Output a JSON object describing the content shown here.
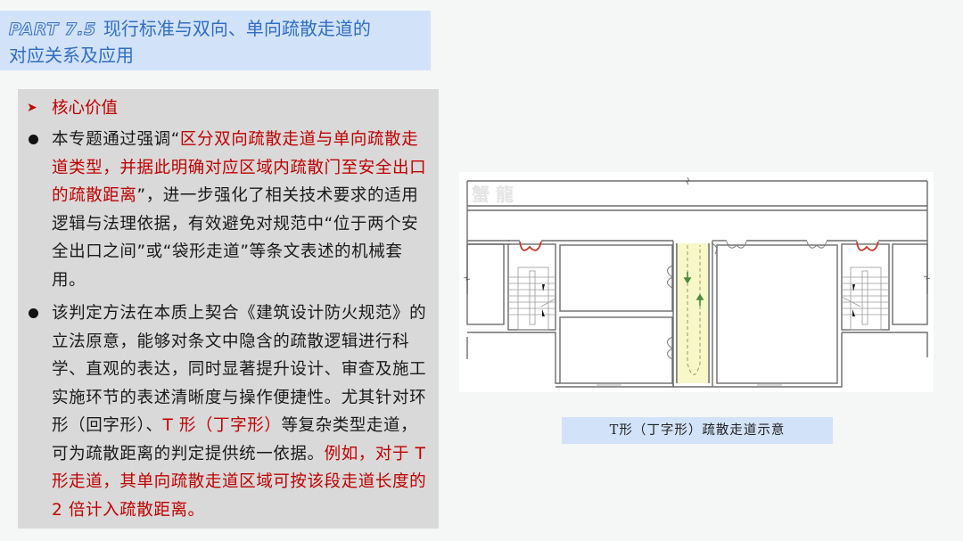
{
  "header": {
    "part_label": "PART 7.5",
    "title_line1": "现行标准与双向、单向疏散走道的",
    "title_line2": "对应关系及应用"
  },
  "content": {
    "heading": "核心价值",
    "bullets": [
      {
        "segments": [
          {
            "text": "本专题通过强调“",
            "color": "black"
          },
          {
            "text": "区分双向疏散走道与单向疏散走道类型，并据此明确对应区域内疏散门至安全出口的疏散距离",
            "color": "red"
          },
          {
            "text": "”，进一步强化了相关技术要求的适用逻辑与法理依据，有效避免对规范中“位于两个安全出口之间”或“袋形走道”等条文表述的机械套用。",
            "color": "black"
          }
        ]
      },
      {
        "segments": [
          {
            "text": "该判定方法在本质上契合《建筑设计防火规范》的立法原意，能够对条文中隐含的疏散逻辑进行科学、直观的表达，同时显著提升设计、审查及施工实施环节的表述清晰度与操作便捷性。尤其针对环形（回字形）、",
            "color": "black"
          },
          {
            "text": "T 形（丁字形）",
            "color": "red"
          },
          {
            "text": "等复杂类型走道，可为疏散距离的判定提供统一依据。",
            "color": "black"
          },
          {
            "text": "例如，对于 T 形走道，其单向疏散走道区域可按该段走道长度的 2 倍计入疏散距离。",
            "color": "red"
          }
        ]
      }
    ]
  },
  "diagram": {
    "watermark": "蟹 龍",
    "caption": "T形（丁字形）疏散走道示意",
    "colors": {
      "wall": "#6b6b6b",
      "exit_door": "#c0392b",
      "dead_end_corridor": "#f7f7c9",
      "arrow": "#4a8a3a"
    }
  },
  "colors": {
    "title_text": "#2f6ec4",
    "title_bg": "#d2e2f8",
    "content_bg": "#d9d9d9",
    "highlight_red": "#c00000"
  }
}
